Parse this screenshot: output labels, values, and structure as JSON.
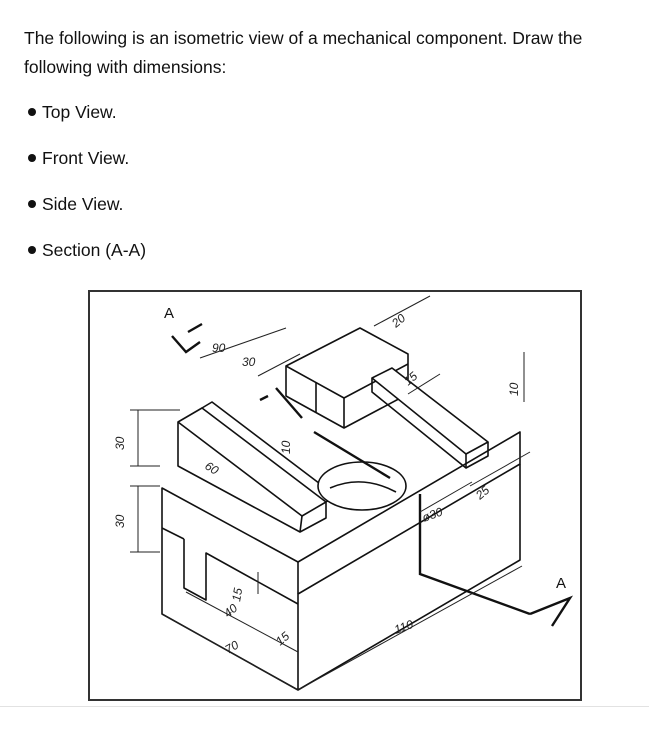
{
  "intro_text": "The following is an isometric view of a mechanical component. Draw the following with dimensions:",
  "views": [
    {
      "label": "Top View."
    },
    {
      "label": "Front View."
    },
    {
      "label": "Side View."
    },
    {
      "label": "Section (A-A)"
    }
  ],
  "drawing": {
    "section_label_left": "A",
    "section_label_right": "A",
    "dimensions": {
      "d90": "90",
      "d30_top": "30",
      "d20": "20",
      "d15_top": "15",
      "d10_right": "10",
      "d30_left_upper": "30",
      "d30_left_lower": "30",
      "d60": "60",
      "d10_mid": "10",
      "d25": "25",
      "d_hole": "ø30",
      "d15_slot": "15",
      "d40": "40",
      "d70": "70",
      "d15_bottom": "15",
      "d110": "110"
    }
  }
}
